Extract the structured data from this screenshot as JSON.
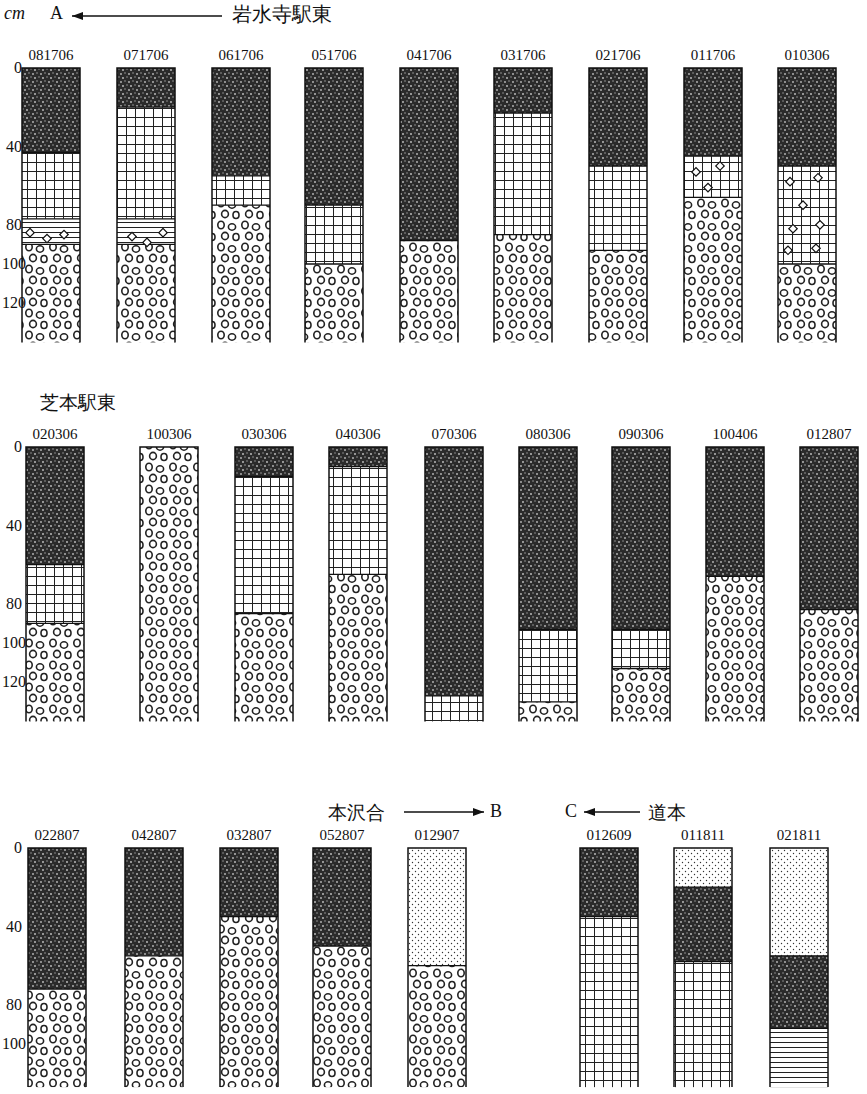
{
  "diagram": {
    "labels": [
      "cm",
      "A",
      "岩水寺駅東",
      "0",
      "40",
      "80",
      "100",
      "120",
      "081706",
      "071706",
      "061706",
      "051706",
      "041706",
      "031706",
      "021706",
      "011706",
      "010306",
      "芝本駅東",
      "0",
      "40",
      "80",
      "100",
      "120",
      "020306",
      "100306",
      "030306",
      "040306",
      "070306",
      "080306",
      "090306",
      "100406",
      "012807",
      "本沢合",
      "B",
      "0",
      "40",
      "80",
      "100",
      "022807",
      "042807",
      "032807",
      "052807",
      "012907",
      "C",
      "道本",
      "012609",
      "011811",
      "021811"
    ]
  }
}
